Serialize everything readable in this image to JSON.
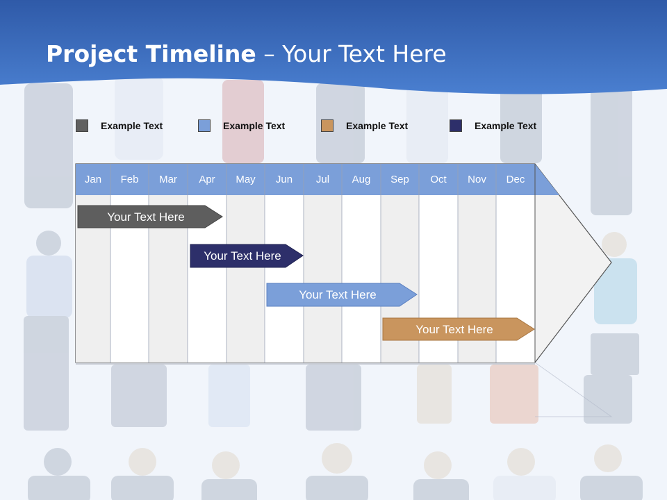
{
  "header": {
    "title_bold": "Project Timeline",
    "title_rest": " – Your Text Here"
  },
  "legend": [
    {
      "label": "Example Text",
      "color": "#606060"
    },
    {
      "label": "Example Text",
      "color": "#7b9fd9"
    },
    {
      "label": "Example Text",
      "color": "#c9955e"
    },
    {
      "label": "Example Text",
      "color": "#2d2f6a"
    }
  ],
  "months": [
    "Jan",
    "Feb",
    "Mar",
    "Apr",
    "May",
    "Jun",
    "Jul",
    "Aug",
    "Sep",
    "Oct",
    "Nov",
    "Dec"
  ],
  "tasks": [
    {
      "label": "Your  Text Here",
      "color": "#5e5e5e"
    },
    {
      "label": "Your  Text Here",
      "color": "#2d2f6a"
    },
    {
      "label": "Your  Text Here",
      "color": "#7b9fd9"
    },
    {
      "label": "Your  Text Here",
      "color": "#c9955e"
    }
  ],
  "colors": {
    "header_blue": "#3c6fc2",
    "month_band": "#7b9fd9"
  }
}
